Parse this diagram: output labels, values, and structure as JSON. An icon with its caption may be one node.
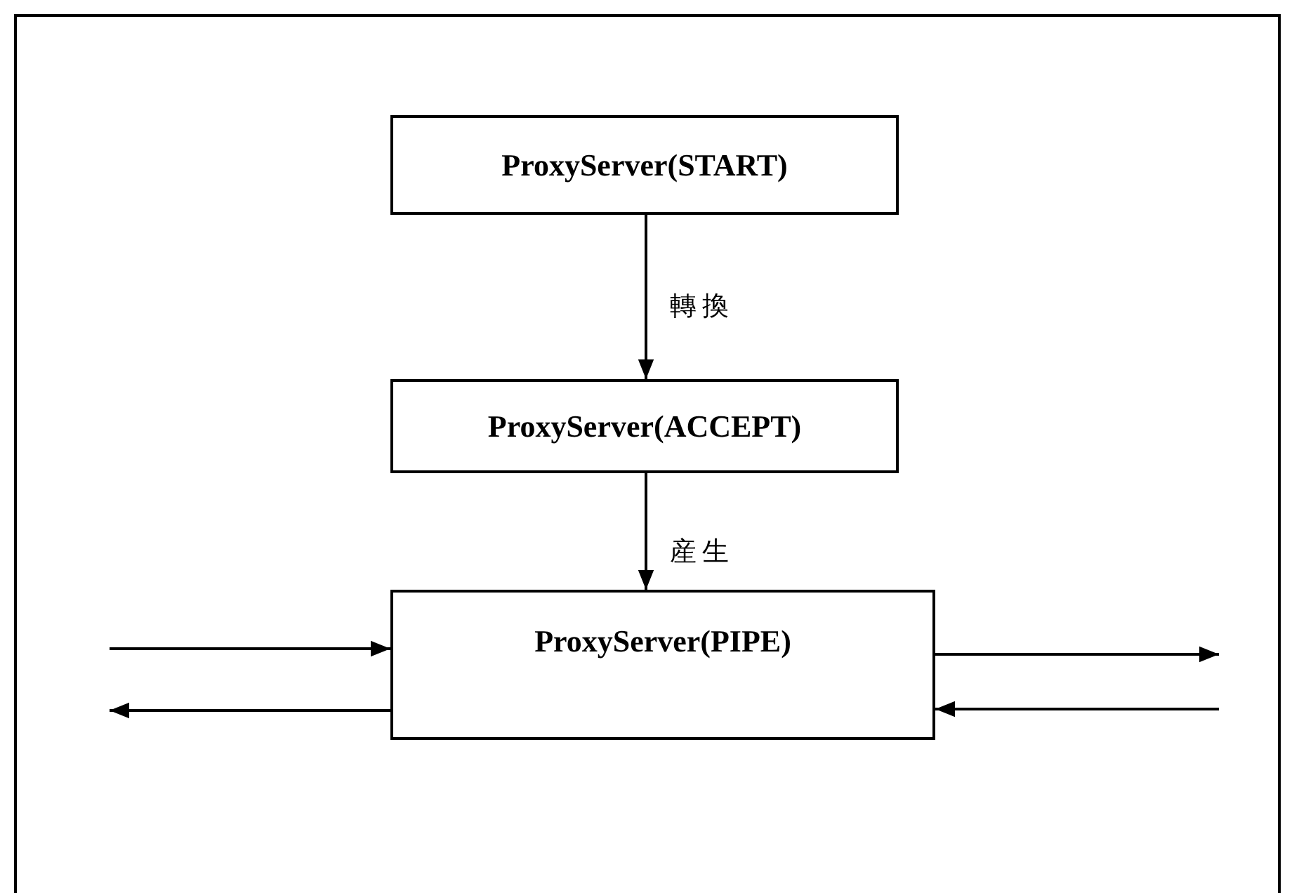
{
  "diagram": {
    "nodes": [
      {
        "text": [
          "ProxyServer(START)"
        ]
      },
      {
        "text": [
          "ProxyServer(ACCEPT)"
        ]
      },
      {
        "text": [
          "ProxyServer(PIPE)"
        ]
      }
    ],
    "edges": [
      {
        "from": 0,
        "to": 1,
        "arrow": "to",
        "label": "轉換"
      },
      {
        "from": 1,
        "to": 2,
        "arrow": "to",
        "label": "産生"
      },
      {
        "from": null,
        "to": 2,
        "arrow": "to"
      },
      {
        "from": 2,
        "to": null,
        "arrow": "to"
      },
      {
        "from": 2,
        "to": null,
        "arrow": "to"
      },
      {
        "from": null,
        "to": 2,
        "arrow": "to"
      }
    ]
  }
}
